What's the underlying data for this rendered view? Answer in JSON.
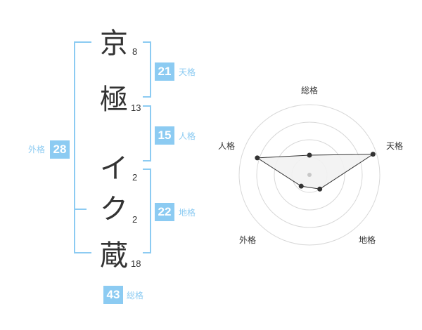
{
  "name_chars": [
    {
      "char": "京",
      "strokes": "8"
    },
    {
      "char": "極",
      "strokes": "13"
    },
    {
      "char": "イ",
      "strokes": "2"
    },
    {
      "char": "ク",
      "strokes": "2"
    },
    {
      "char": "蔵",
      "strokes": "18"
    }
  ],
  "fortune": {
    "tenkaku": {
      "label": "天格",
      "value": "21"
    },
    "jinkaku": {
      "label": "人格",
      "value": "15"
    },
    "chikaku": {
      "label": "地格",
      "value": "22"
    },
    "gaikaku": {
      "label": "外格",
      "value": "28"
    },
    "soukaku": {
      "label": "総格",
      "value": "43"
    }
  },
  "colors": {
    "accent": "#8ccbf2",
    "text": "#333333",
    "grid": "#d8d8d8",
    "radar_fill": "#f2f2f2"
  },
  "radar": {
    "labels": {
      "top": "総格",
      "top_right": "天格",
      "bottom_right": "地格",
      "bottom_left": "外格",
      "top_left": "人格"
    },
    "levels": 4,
    "values": {
      "soukaku": 0.28,
      "tenkaku": 0.95,
      "chikaku": 0.25,
      "gaikaku": 0.2,
      "jinkaku": 0.78
    }
  }
}
